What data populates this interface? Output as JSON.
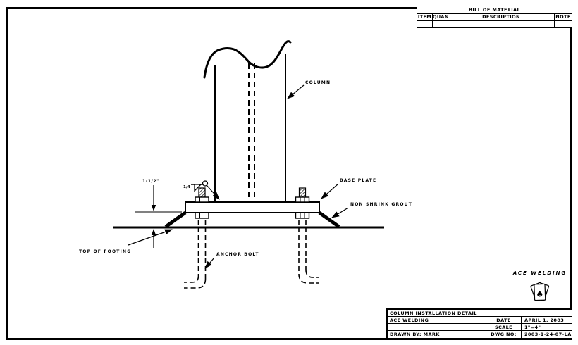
{
  "bill_of_material": {
    "title": "BILL OF MATERIAL",
    "columns": [
      "ITEM",
      "QUAN",
      "DESCRIPTION",
      "NOTE"
    ],
    "rows": [
      [
        "",
        "",
        "",
        ""
      ]
    ]
  },
  "title_block": {
    "drawing_title": "COLUMN INSTALLATION DETAIL",
    "company": "ACE WELDING",
    "date_label": "DATE",
    "date_value": "APRIL 1, 2003",
    "scale_label": "SCALE",
    "scale_value": "1\"=4\"",
    "drawn_by": "DRAWN BY:  MARK",
    "dwg_no_label": "DWG NO:",
    "dwg_no_value": "2003-1-24-07-LA"
  },
  "logo": {
    "name": "ACE WELDING",
    "icon": "playing-cards-ace-of-spades",
    "accent_color": "#aa1111",
    "spade_glyph": "♠"
  },
  "drawing": {
    "labels": {
      "column": "COLUMN",
      "base_plate": "BASE PLATE",
      "grout": "NON SHRINK GROUT",
      "top_of_footing": "TOP OF FOOTING",
      "anchor_bolt": "ANCHOR BOLT",
      "grout_thickness_dim": "1-1/2\"",
      "weld_size": "1/4"
    },
    "line_color": "#000000"
  }
}
